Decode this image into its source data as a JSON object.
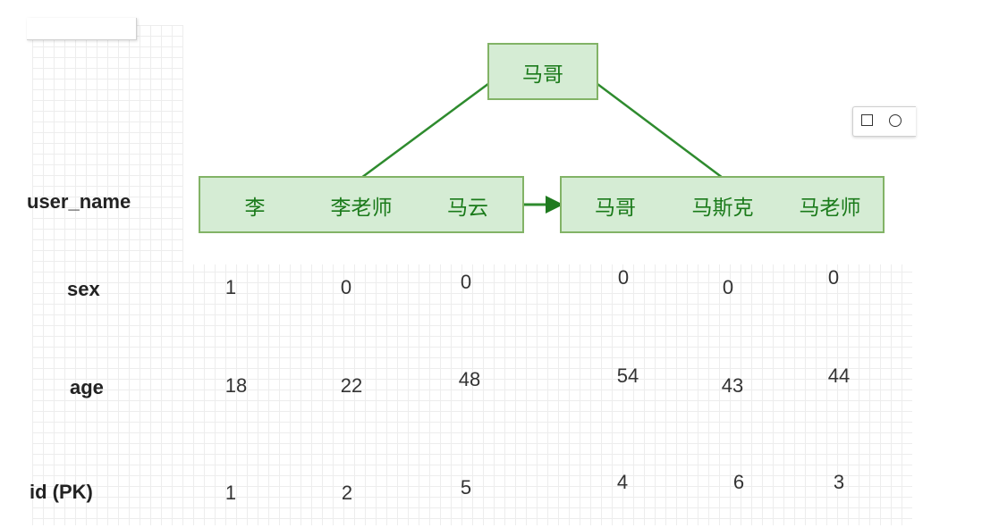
{
  "tree": {
    "root": {
      "label": "马哥"
    },
    "left_leaf": {
      "keys": [
        "李",
        "李老师",
        "马云"
      ]
    },
    "right_leaf": {
      "keys": [
        "马哥",
        "马斯克",
        "马老师"
      ]
    }
  },
  "rows": {
    "user_name": {
      "label": "user_name"
    },
    "sex": {
      "label": "sex",
      "values": [
        "1",
        "0",
        "0",
        "0",
        "0",
        "0"
      ]
    },
    "age": {
      "label": "age",
      "values": [
        "18",
        "22",
        "48",
        "54",
        "43",
        "44"
      ]
    },
    "id": {
      "label": "id  (PK)",
      "values": [
        "1",
        "2",
        "5",
        "4",
        "6",
        "3"
      ]
    }
  },
  "toolbar": {
    "icons": [
      "square-icon",
      "circle-icon"
    ]
  },
  "colors": {
    "node_fill": "#d5ecd4",
    "node_stroke": "#82b366",
    "edge": "#2e8b2e",
    "text": "#1a7a1a"
  }
}
